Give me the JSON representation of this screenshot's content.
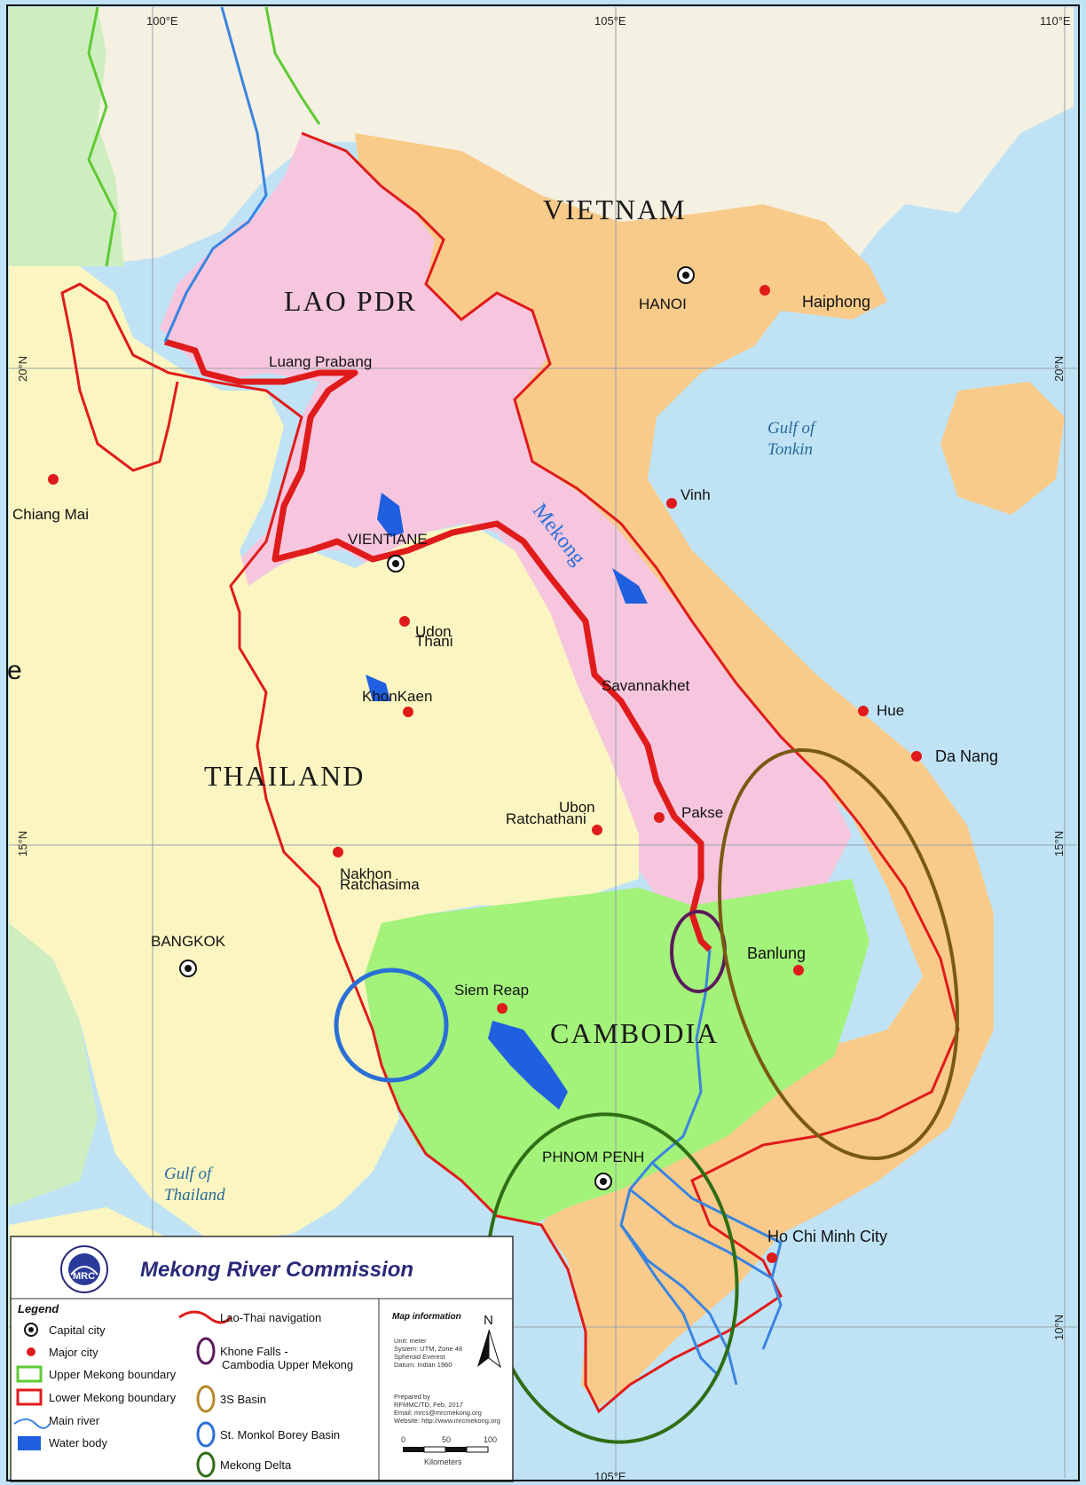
{
  "colors": {
    "sea": "#bfe3f5",
    "laos": "#f6c6de",
    "vietnam": "#f9cb8b",
    "thailand": "#fbf6c1",
    "cambodia": "#a3f27a",
    "other": "#f4f1e2",
    "myanmar": "#cfeec0",
    "lower_mekong_boundary": "#e01b1b",
    "upper_mekong_boundary": "#5ecb34",
    "river": "#3a84e0",
    "khone_falls": "#5a1a5c",
    "basin_3s": "#7a5a12",
    "st_monkol_borey": "#2a6fd6",
    "mekong_delta": "#2f6e14"
  },
  "grid": {
    "lon_100": "100°E",
    "lon_105": "105°E",
    "lon_110": "110°E",
    "lat_20": "20°N",
    "lat_15": "15°N",
    "lat_10": "10°N"
  },
  "countries": {
    "vietnam": "VIETNAM",
    "laos": "LAO PDR",
    "thailand": "THAILAND",
    "cambodia": "CAMBODIA"
  },
  "seas": {
    "tonkin_1": "Gulf of",
    "tonkin_2": "Tonkin",
    "thailand_1": "Gulf of",
    "thailand_2": "Thailand"
  },
  "river_label": "Mekong",
  "edge_fragment": "e",
  "cities": {
    "hanoi": "HANOI",
    "haiphong": "Haiphong",
    "luang_prabang": "Luang Prabang",
    "chiang_mai": "Chiang Mai",
    "vinh": "Vinh",
    "vientiane": "VIENTIANE",
    "udon_1": "Udon",
    "udon_2": "Thani",
    "khonkaen": "KhonKaen",
    "savannakhet": "Savannakhet",
    "hue": "Hue",
    "da_nang": "Da Nang",
    "pakse": "Pakse",
    "ubon_1": "Ubon",
    "ubon_2": "Ratchathani",
    "nakhon_1": "Nakhon",
    "nakhon_2": "Ratchasima",
    "bangkok": "BANGKOK",
    "banlung": "Banlung",
    "siem_reap": "Siem Reap",
    "phnom_penh": "PHNOM PENH",
    "ho_chi_minh": "Ho Chi Minh City"
  },
  "legend": {
    "title": "Mekong River Commission",
    "logo_text": "MRC",
    "heading": "Legend",
    "capital_city": "Capital city",
    "major_city": "Major city",
    "upper_mekong": "Upper Mekong boundary",
    "lower_mekong": "Lower Mekong boundary",
    "main_river": "Main river",
    "water_body": "Water body",
    "lao_thai_nav": "Lao-Thai navigation",
    "khone_1": "Khone Falls -",
    "khone_2": "Cambodia Upper Mekong",
    "basin_3s": "3S Basin",
    "st_monkol": "St. Monkol Borey Basin",
    "delta": "Mekong Delta",
    "info_heading": "Map information",
    "info_1": "Unit: meter",
    "info_2": "System: UTM, Zone 48",
    "info_3": "Spheroid Everest",
    "info_4": "Datum: Indian 1960",
    "prep_1": "Prepared by",
    "prep_2": "RFMMC/TD, Feb, 2017",
    "prep_3": "Email: mrcs@mrcmekong.org",
    "prep_4": "Website: http://www.mrcmekong.org",
    "north": "N",
    "scale_0": "0",
    "scale_50": "50",
    "scale_100": "100",
    "scale_unit": "Kilometers"
  }
}
